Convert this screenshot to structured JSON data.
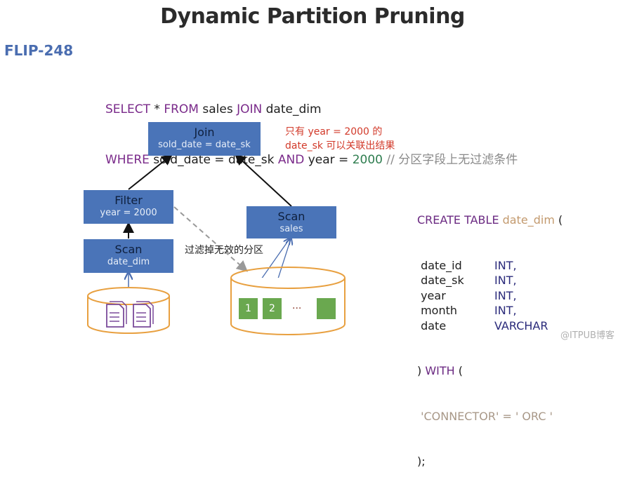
{
  "title": "Dynamic Partition Pruning",
  "subtitle": "FLIP-248",
  "query": {
    "line1": [
      {
        "t": "SELECT",
        "c": "kw"
      },
      {
        "t": " * ",
        "c": ""
      },
      {
        "t": "FROM",
        "c": "kw"
      },
      {
        "t": " sales ",
        "c": ""
      },
      {
        "t": "JOIN",
        "c": "kw"
      },
      {
        "t": " date_dim",
        "c": ""
      }
    ],
    "line2": [
      {
        "t": "WHERE",
        "c": "kw"
      },
      {
        "t": " sold_date = date_sk ",
        "c": ""
      },
      {
        "t": "AND",
        "c": "kw"
      },
      {
        "t": " year = ",
        "c": ""
      },
      {
        "t": "2000",
        "c": "num"
      },
      {
        "t": " // 分区字段上无过滤条件",
        "c": "cmt"
      }
    ]
  },
  "nodes": {
    "join": {
      "title": "Join",
      "sub": "sold_date = date_sk"
    },
    "filter": {
      "title": "Filter",
      "sub": "year = 2000"
    },
    "scan_dim": {
      "title": "Scan",
      "sub": "date_dim"
    },
    "scan_sales": {
      "title": "Scan",
      "sub": "sales"
    }
  },
  "annotation": {
    "line1": "只有 year = 2000 的",
    "line2": "date_sk 可以关联出结果"
  },
  "filter_note": "过滤掉无效的分区",
  "partitions": [
    "1",
    "2",
    ""
  ],
  "partition_ellipsis": "...",
  "ddl": {
    "l1_kw": "CREATE TABLE",
    "l1_name": "date_dim",
    "l1_end": " (",
    "columns": [
      {
        "name": "date_id",
        "type": "INT,"
      },
      {
        "name": "date_sk",
        "type": "INT,"
      },
      {
        "name": "year",
        "type": "INT,"
      },
      {
        "name": "month",
        "type": "INT,"
      },
      {
        "name": "date",
        "type": "VARCHAR"
      }
    ],
    "with_open": ") ",
    "with_kw": "WITH",
    "with_end": " (",
    "prop": "'CONNECTOR' = ' ORC '",
    "close": ");"
  },
  "watermark": "@ITPUB博客",
  "colors": {
    "node": "#4a74b8",
    "partition": "#6aa84f",
    "cylinder": "#e8a040",
    "doc": "#7a4a9a",
    "annotation": "#d23a2a"
  }
}
